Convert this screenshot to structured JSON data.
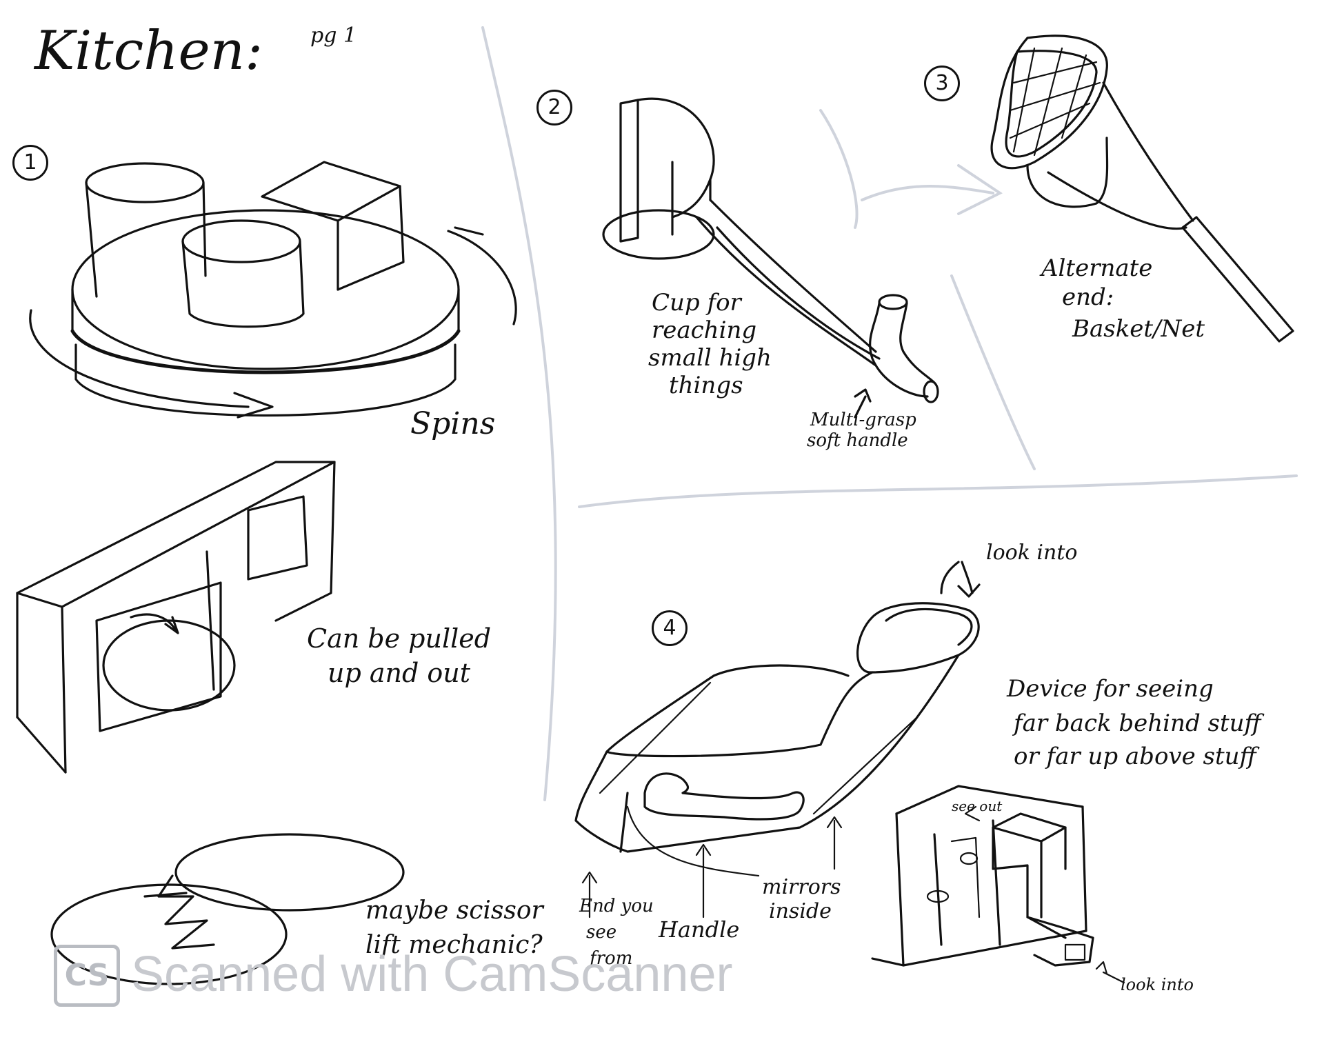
{
  "page": {
    "title": "Kitchen:",
    "page_label": "pg 1"
  },
  "sketch_1": {
    "number": "1",
    "spin_label": "Spins",
    "pull_label_line1": "Can be pulled",
    "pull_label_line2": "up and out",
    "lift_label_line1": "maybe scissor",
    "lift_label_line2": "lift mechanic?"
  },
  "sketch_2": {
    "number": "2",
    "cup_label_line1": "Cup for",
    "cup_label_line2": "reaching",
    "cup_label_line3": "small high",
    "cup_label_line4": "things",
    "handle_label_line1": "Multi-grasp",
    "handle_label_line2": "soft handle"
  },
  "sketch_3": {
    "number": "3",
    "alt_label_line1": "Alternate",
    "alt_label_line2": "end:",
    "alt_label_line3": "Basket/Net"
  },
  "sketch_4": {
    "number": "4",
    "look_into_top": "look into",
    "device_label_line1": "Device for seeing",
    "device_label_line2": "far back behind stuff",
    "device_label_line3": "or far up above stuff",
    "end_label_line1": "End you",
    "end_label_line2": "see",
    "end_label_line3": "from",
    "handle_label": "Handle",
    "mirrors_label_line1": "mirrors",
    "mirrors_label_line2": "inside",
    "see_out_label": "see out",
    "look_into_bottom": "look into"
  },
  "watermark": {
    "logo": "CS",
    "text": "Scanned with CamScanner"
  }
}
